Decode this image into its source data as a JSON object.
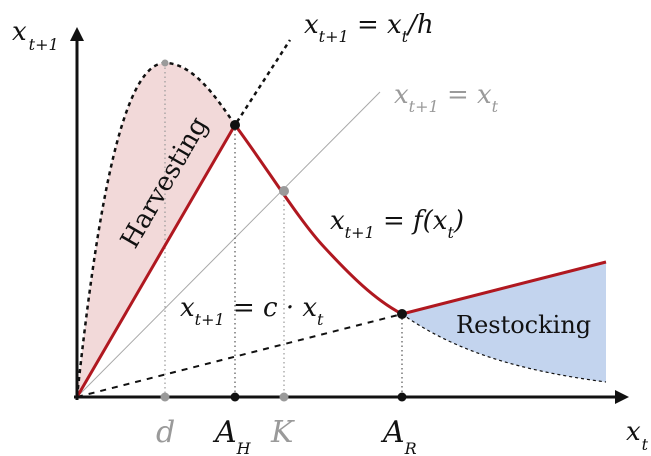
{
  "labels": {
    "y_axis": {
      "main": "x",
      "sub": "t+1"
    },
    "x_axis": {
      "main": "x",
      "sub": "t"
    },
    "eq_h": {
      "x": "x",
      "s1": "t+1",
      "eq": " = x",
      "s2": "t",
      "tail": "/h"
    },
    "eq_id": {
      "x": "x",
      "s1": "t+1",
      "eq": " = x",
      "s2": "t"
    },
    "eq_f": {
      "x": "x",
      "s1": "t+1",
      "eq": " = f(x",
      "s2": "t",
      "tail": ")"
    },
    "eq_c": {
      "x": "x",
      "s1": "t+1",
      "eq": " = c · x",
      "s2": "t"
    },
    "harvesting": "Harvesting",
    "restocking": "Restocking"
  },
  "ticks": {
    "d": {
      "main": "d",
      "sub": ""
    },
    "A_H": {
      "main": "A",
      "sub": "H"
    },
    "K": {
      "main": "K",
      "sub": ""
    },
    "A_R": {
      "main": "A",
      "sub": "R"
    }
  },
  "colors": {
    "red_curve": "#b01820",
    "harvest_fill": "#f2d9d9",
    "restock_fill": "#c3d4ee",
    "gray": "#9a9a9a",
    "black": "#111111"
  }
}
